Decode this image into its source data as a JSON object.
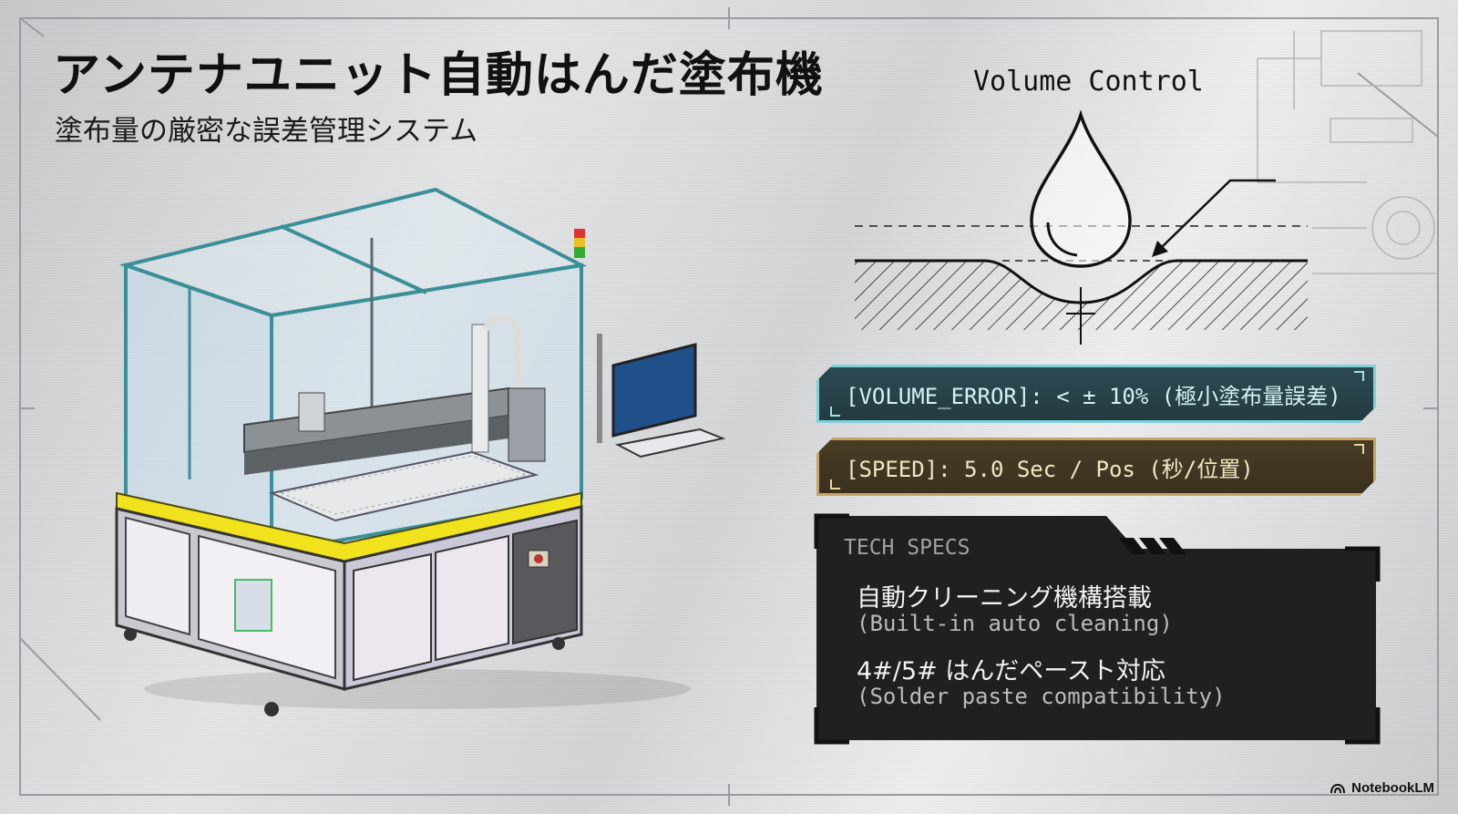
{
  "title": "アンテナユニット自動はんだ塗布機",
  "subtitle": "塗布量の厳密な誤差管理システム",
  "diagram": {
    "label": "Volume Control"
  },
  "metrics": [
    {
      "text": "[VOLUME_ERROR]: < ± 10% (極小塗布量誤差)",
      "color": "#7ed2de"
    },
    {
      "text": "[SPEED]: 5.0 Sec / Pos (秒/位置)",
      "color": "#caa466"
    }
  ],
  "specs": {
    "title": "TECH SPECS",
    "items": [
      {
        "main": "自動クリーニング機構搭載",
        "sub": "(Built-in auto cleaning)"
      },
      {
        "main": "4#/5# はんだペースト対応",
        "sub": "(Solder paste compatibility)"
      }
    ]
  },
  "brand": {
    "label": "NotebookLM"
  }
}
